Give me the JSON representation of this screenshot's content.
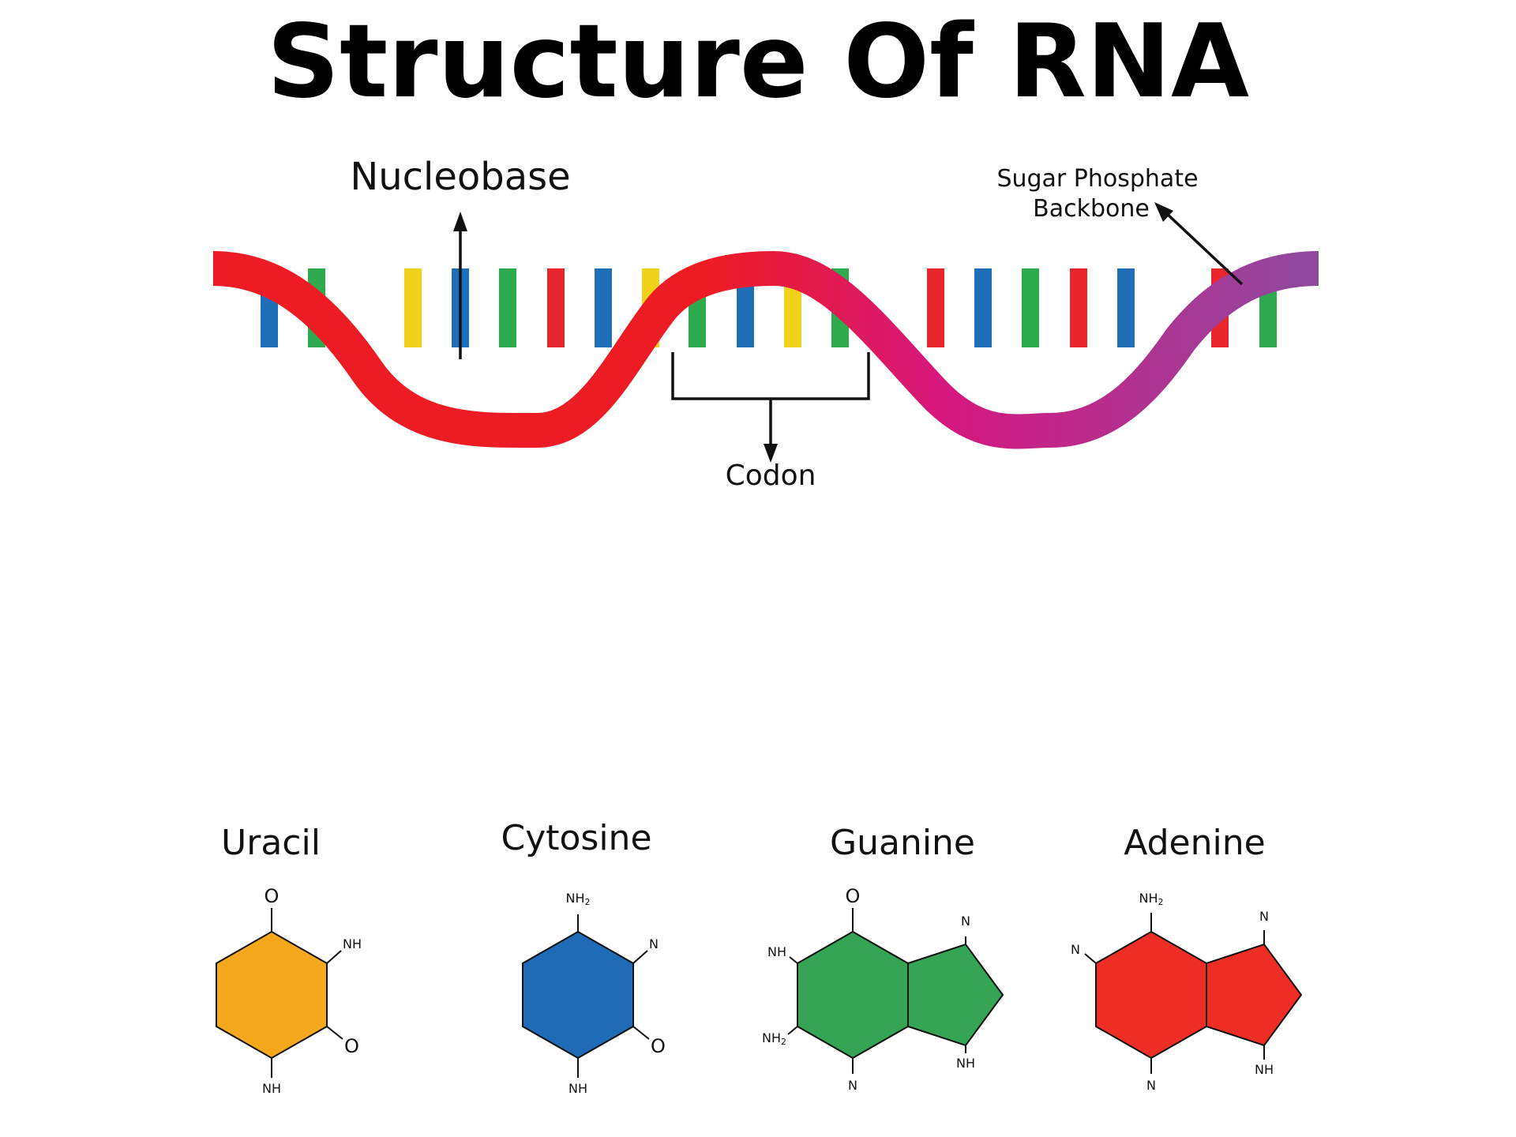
{
  "title": "Structure Of RNA",
  "labels": {
    "nucleobase": "Nucleobase",
    "backbone_line1": "Sugar Phosphate",
    "backbone_line2": "Backbone",
    "codon": "Codon"
  },
  "colors": {
    "uracil": "#f0d21c",
    "cytosine": "#1f6fb8",
    "guanine": "#2eaa4f",
    "adenine": "#e8262b",
    "backbone_start": "#ed1c24",
    "backbone_mid": "#d6177e",
    "backbone_end": "#8e4aa0",
    "uracil_ring": "#f5a81c",
    "cytosine_ring": "#1f6bb5",
    "guanine_ring": "#35a455",
    "adenine_ring": "#ee2e24"
  },
  "strand_bases": [
    "C",
    "G",
    "U",
    "C",
    "G",
    "A",
    "C",
    "U",
    "G",
    "C",
    "U",
    "G",
    "A",
    "C",
    "G",
    "A",
    "C",
    "A",
    "G"
  ],
  "molecules": {
    "uracil": {
      "name": "Uracil",
      "atoms": {
        "top_o": "O",
        "right_nh": "NH",
        "right_o": "O",
        "bottom_nh": "NH"
      }
    },
    "cytosine": {
      "name": "Cytosine",
      "atoms": {
        "top_nh2": "NH",
        "top_nh2_sub": "2",
        "right_n": "N",
        "right_o": "O",
        "bottom_nh": "NH"
      }
    },
    "guanine": {
      "name": "Guanine",
      "atoms": {
        "top_o": "O",
        "left_nh": "NH",
        "left_nh2": "NH",
        "left_nh2_sub": "2",
        "bottom_n": "N",
        "ring_n": "N",
        "ring_nh": "NH"
      }
    },
    "adenine": {
      "name": "Adenine",
      "atoms": {
        "top_nh2": "NH",
        "top_nh2_sub": "2",
        "left_n": "N",
        "bottom_n": "N",
        "ring_n": "N",
        "ring_nh": "NH"
      }
    }
  }
}
